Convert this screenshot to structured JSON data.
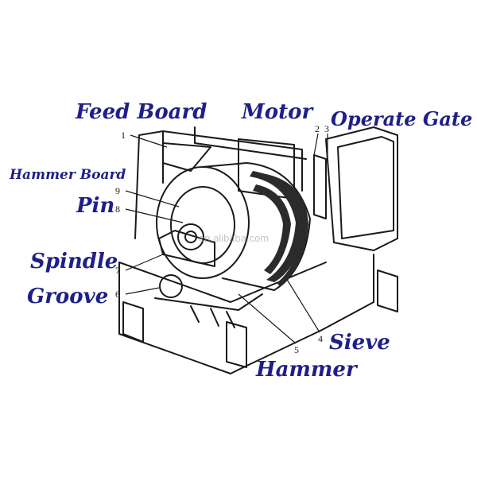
{
  "colors": {
    "label": "#1f1f8a",
    "line": "#1a1a1a",
    "shade": "#2b2b2b",
    "watermark": "#9a9a9a"
  },
  "callouts": {
    "feed_board": "Feed Board",
    "motor": "Motor",
    "operate_gate": "Operate Gate",
    "hammer_board": "Hammer Board",
    "pin": "Pin",
    "spindle": "Spindle",
    "groove": "Groove",
    "sieve": "Sieve",
    "hammer": "Hammer"
  },
  "part_numbers": {
    "n1": "1",
    "n2": "2",
    "n3": "3",
    "n4": "4",
    "n5": "5",
    "n6": "6",
    "n7": "7",
    "n8": "8",
    "n9": "9"
  },
  "watermark": "en.alibaba.com"
}
